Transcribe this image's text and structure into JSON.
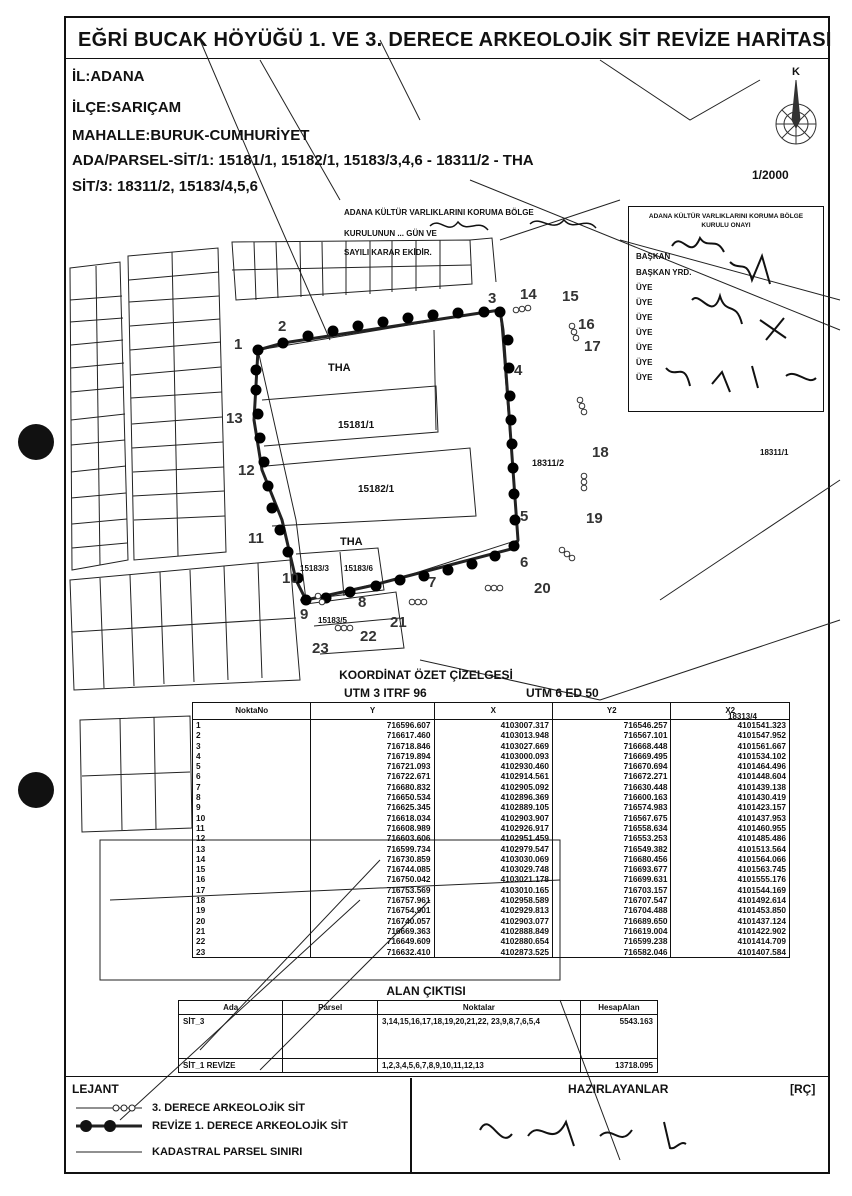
{
  "title": "EĞRİ BUCAK HÖYÜĞÜ 1. VE 3. DERECE ARKEOLOJİK SİT REVİZE HARİTASI",
  "header": {
    "il": "İL:ADANA",
    "ilce": "İLÇE:SARIÇAM",
    "mahalle": "MAHALLE:BURUK-CUMHURİYET",
    "ada_parsel": "ADA/PARSEL-SİT/1: 15181/1, 15182/1, 15183/3,4,6 - 18311/2 - THA",
    "sit3": "SİT/3: 18311/2, 15183/4,5,6"
  },
  "north_label": "K",
  "scale": "1/2000",
  "decision": {
    "line1": "ADANA KÜLTÜR VARLIKLARINI KORUMA BÖLGE",
    "line2": "KURULUNUN ... GÜN VE",
    "line3": "SAYILI KARAR EKİDİR."
  },
  "approval": {
    "title": "ADANA KÜLTÜR VARLIKLARINI KORUMA BÖLGE KURULU ONAYI",
    "roles": [
      "BAŞKAN",
      "BAŞKAN YRD.",
      "ÜYE",
      "ÜYE",
      "ÜYE",
      "ÜYE",
      "ÜYE",
      "ÜYE",
      "ÜYE"
    ]
  },
  "map_labels": {
    "tha_top": "THA",
    "tha_bottom": "THA",
    "p15181": "15181/1",
    "p15182": "15182/1",
    "p18311_2": "18311/2",
    "p18311_1": "18311/1",
    "p18313_4": "18313/4",
    "p15183_3": "15183/3",
    "p15183_6": "15183/6",
    "p15183_5": "15183/5"
  },
  "points": [
    "1",
    "2",
    "3",
    "4",
    "5",
    "6",
    "7",
    "8",
    "9",
    "10",
    "11",
    "12",
    "13",
    "14",
    "15",
    "16",
    "17",
    "18",
    "19",
    "20",
    "21",
    "22",
    "23"
  ],
  "coord_table": {
    "title": "KOORDİNAT ÖZET ÇİZELGESİ",
    "system1": "UTM 3 ITRF 96",
    "system2": "UTM 6 ED 50",
    "headers": [
      "NoktaNo",
      "Y",
      "X",
      "Y2",
      "X2"
    ],
    "rows": [
      [
        "1",
        "716596.607",
        "4103007.317",
        "716546.257",
        "4101541.323"
      ],
      [
        "2",
        "716617.460",
        "4103013.948",
        "716567.101",
        "4101547.952"
      ],
      [
        "3",
        "716718.846",
        "4103027.669",
        "716668.448",
        "4101561.667"
      ],
      [
        "4",
        "716719.894",
        "4103000.093",
        "716669.495",
        "4101534.102"
      ],
      [
        "5",
        "716721.093",
        "4102930.460",
        "716670.694",
        "4101464.496"
      ],
      [
        "6",
        "716722.671",
        "4102914.561",
        "716672.271",
        "4101448.604"
      ],
      [
        "7",
        "716680.832",
        "4102905.092",
        "716630.448",
        "4101439.138"
      ],
      [
        "8",
        "716650.534",
        "4102896.369",
        "716600.163",
        "4101430.419"
      ],
      [
        "9",
        "716625.345",
        "4102889.105",
        "716574.983",
        "4101423.157"
      ],
      [
        "10",
        "716618.034",
        "4102903.907",
        "716567.675",
        "4101437.953"
      ],
      [
        "11",
        "716608.989",
        "4102926.917",
        "716558.634",
        "4101460.955"
      ],
      [
        "12",
        "716603.606",
        "4102951.459",
        "716553.253",
        "4101485.486"
      ],
      [
        "13",
        "716599.734",
        "4102979.547",
        "716549.382",
        "4101513.564"
      ],
      [
        "14",
        "716730.859",
        "4103030.069",
        "716680.456",
        "4101564.066"
      ],
      [
        "15",
        "716744.085",
        "4103029.748",
        "716693.677",
        "4101563.745"
      ],
      [
        "16",
        "716750.042",
        "4103021.178",
        "716699.631",
        "4101555.176"
      ],
      [
        "17",
        "716753.569",
        "4103010.165",
        "716703.157",
        "4101544.169"
      ],
      [
        "18",
        "716757.961",
        "4102958.589",
        "716707.547",
        "4101492.614"
      ],
      [
        "19",
        "716754.901",
        "4102929.813",
        "716704.488",
        "4101453.850"
      ],
      [
        "20",
        "716740.057",
        "4102903.077",
        "716689.650",
        "4101437.124"
      ],
      [
        "21",
        "716669.363",
        "4102888.849",
        "716619.004",
        "4101422.902"
      ],
      [
        "22",
        "716649.609",
        "4102880.654",
        "716599.238",
        "4101414.709"
      ],
      [
        "23",
        "716632.410",
        "4102873.525",
        "716582.046",
        "4101407.584"
      ]
    ]
  },
  "area_table": {
    "title": "ALAN ÇIKTISI",
    "headers": [
      "Ada",
      "Parsel",
      "Noktalar",
      "HesapAlan"
    ],
    "rows": [
      [
        "SİT_3",
        "",
        "3,14,15,16,17,18,19,20,21,22, 23,9,8,7,6,5,4",
        "5543.163"
      ],
      [
        "SİT_1 REVİZE",
        "",
        "1,2,3,4,5,6,7,8,9,10,11,12,13",
        "13718.095"
      ]
    ]
  },
  "legend": {
    "title": "LEJANT",
    "item1": "3. DERECE ARKEOLOJİK SİT",
    "item2": "REVİZE 1. DERECE ARKEOLOJİK SİT",
    "item3": "KADASTRAL PARSEL SINIRI"
  },
  "prepared_by": "HAZIRLAYANLAR",
  "code": "[RÇ]"
}
